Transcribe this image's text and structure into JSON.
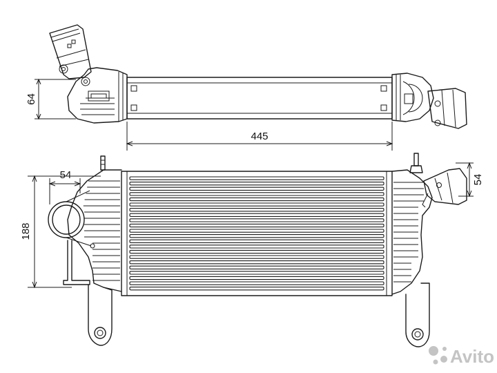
{
  "dimensions": {
    "height_top": "64",
    "length": "445",
    "inlet_left": "54",
    "height_core": "188",
    "outlet_right": "54"
  },
  "watermark": {
    "text": "Avito",
    "icon": "avito-logo-icon"
  },
  "colors": {
    "line": "#1a1a1a",
    "background": "#ffffff",
    "watermark": "#c4c4c4"
  }
}
